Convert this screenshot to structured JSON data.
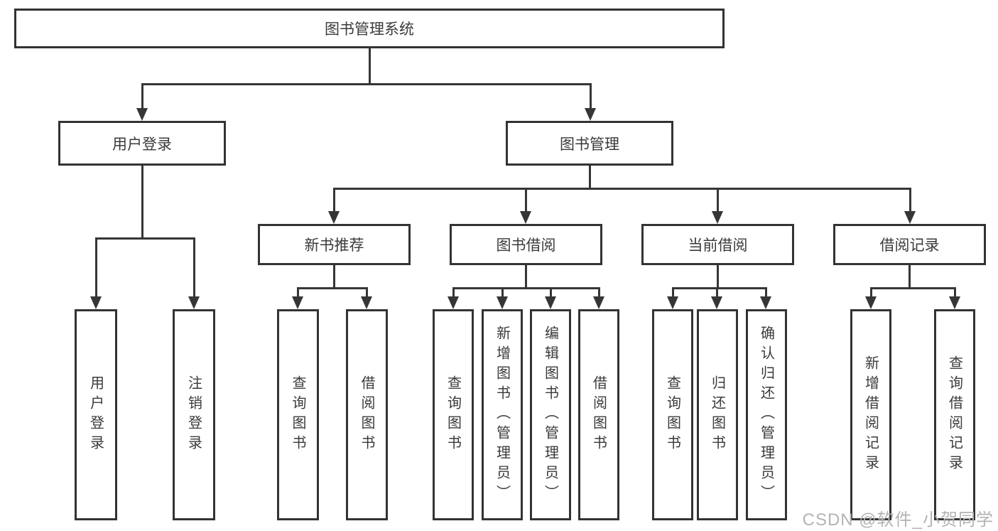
{
  "colors": {
    "background": "#ffffff",
    "border": "#333333",
    "line": "#363636",
    "text": "#3a3a3a",
    "watermark": "#b3b3b3"
  },
  "watermark": "CSDN @软件_小贺同学",
  "tree": {
    "root": {
      "label": "图书管理系统"
    },
    "children": [
      {
        "label": "用户登录",
        "children": [
          {
            "label": "用户登录"
          },
          {
            "label": "注销登录"
          }
        ]
      },
      {
        "label": "图书管理",
        "children": [
          {
            "label": "新书推荐",
            "children": [
              {
                "label": "查询图书"
              },
              {
                "label": "借阅图书"
              }
            ]
          },
          {
            "label": "图书借阅",
            "children": [
              {
                "label": "查询图书"
              },
              {
                "label": "新增图书（管理员）"
              },
              {
                "label": "编辑图书（管理员）"
              },
              {
                "label": "借阅图书"
              }
            ]
          },
          {
            "label": "当前借阅",
            "children": [
              {
                "label": "查询图书"
              },
              {
                "label": "归还图书"
              },
              {
                "label": "确认归还（管理员）"
              }
            ]
          },
          {
            "label": "借阅记录",
            "children": [
              {
                "label": "新增借阅记录"
              },
              {
                "label": "查询借阅记录"
              }
            ]
          }
        ]
      }
    ]
  }
}
